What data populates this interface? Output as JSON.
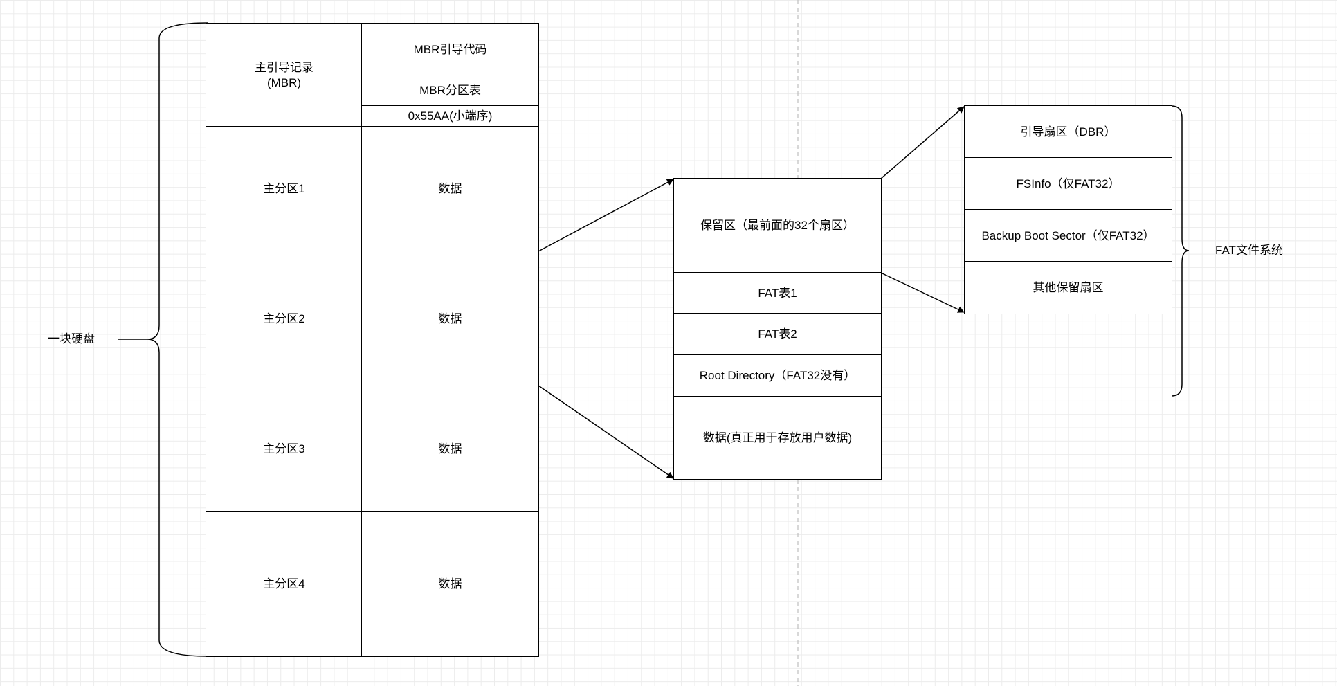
{
  "disk": {
    "label": "一块硬盘",
    "mbr": {
      "label": "主引导记录\n(MBR)",
      "boot_code": "MBR引导代码",
      "partition_table": "MBR分区表",
      "signature": "0x55AA(小端序)"
    },
    "partitions": [
      {
        "name": "主分区1",
        "content": "数据"
      },
      {
        "name": "主分区2",
        "content": "数据"
      },
      {
        "name": "主分区3",
        "content": "数据"
      },
      {
        "name": "主分区4",
        "content": "数据"
      }
    ]
  },
  "fat_layout": {
    "reserved": "保留区（最前面的32个扇区）",
    "fat1": "FAT表1",
    "fat2": "FAT表2",
    "root_dir": "Root Directory（FAT32没有）",
    "data": "数据(真正用于存放用户数据)"
  },
  "reserved_detail": {
    "dbr": "引导扇区（DBR）",
    "fsinfo": "FSInfo（仅FAT32）",
    "backup": "Backup Boot Sector（仅FAT32）",
    "other": "其他保留扇区"
  },
  "fat_fs_label": "FAT文件系统"
}
